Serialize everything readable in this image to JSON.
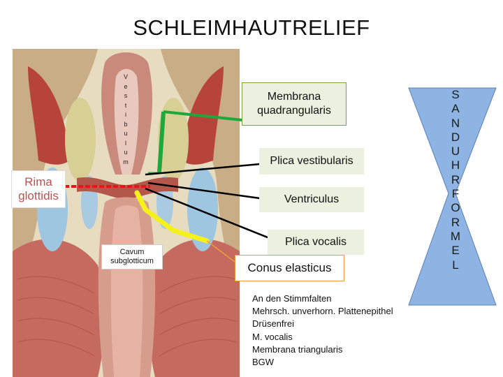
{
  "title": "SCHLEIMHAUTRELIEF",
  "vestibulum_letters": [
    "V",
    "e",
    "s",
    "t",
    "i",
    "b",
    "u",
    "l",
    "u",
    "m"
  ],
  "labels": {
    "membrana": "Membrana quadrangularis",
    "plica_vestibularis": "Plica vestibularis",
    "rima": "Rima glottidis",
    "ventriculus": "Ventriculus",
    "cavum": "Cavum subglotticum",
    "plica_vocalis": "Plica vocalis",
    "conus": "Conus elasticus"
  },
  "notes": [
    "An den Stimmfalten",
    "Mehrsch. unverhorn. Plattenepithel",
    "Drüsenfrei",
    "M. vocalis",
    "Membrana triangularis",
    "BGW"
  ],
  "sanduhrform_letters": [
    "S",
    "A",
    "N",
    "D",
    "U",
    "H",
    "R",
    "F",
    "O",
    "R",
    "M",
    "E",
    "L"
  ],
  "colors": {
    "green_line": "#1fa83a",
    "rima_line": "#e8151b",
    "yellow_line": "#f4f21a",
    "orange_border": "#f29a3b",
    "hourglass_fill": "#8eb4e3",
    "tissue_red": "#b6443a",
    "fat_yellow": "#d8d0a0",
    "cartilage_blue": "#9fc6e0",
    "mucosa_pink": "#c98a7c"
  }
}
